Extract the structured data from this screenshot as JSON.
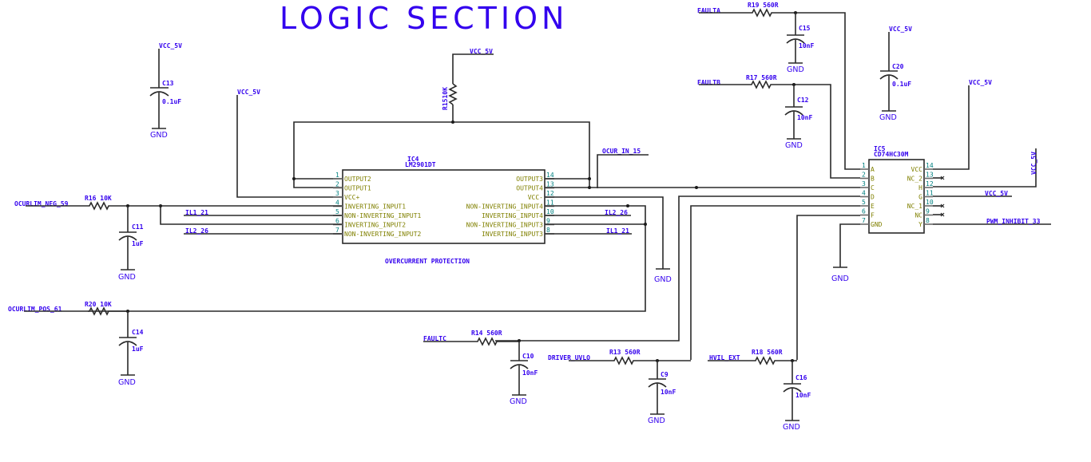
{
  "title": "LOGIC SECTION",
  "annotation": "OVERCURRENT PROTECTION",
  "colors": {
    "text_blue": "#3300ee",
    "pin_name": "#808000",
    "pin_number": "#008080",
    "wire": "#2a2a2a"
  },
  "ic4": {
    "ref": "IC4",
    "part": "LM2901DT",
    "left_pins": [
      {
        "num": "1",
        "name": "OUTPUT2"
      },
      {
        "num": "2",
        "name": "OUTPUT1"
      },
      {
        "num": "3",
        "name": "VCC+"
      },
      {
        "num": "4",
        "name": "INVERTING_INPUT1"
      },
      {
        "num": "5",
        "name": "NON-INVERTING_INPUT1"
      },
      {
        "num": "6",
        "name": "INVERTING_INPUT2"
      },
      {
        "num": "7",
        "name": "NON-INVERTING_INPUT2"
      }
    ],
    "right_pins": [
      {
        "num": "14",
        "name": "OUTPUT3"
      },
      {
        "num": "13",
        "name": "OUTPUT4"
      },
      {
        "num": "12",
        "name": "VCC-"
      },
      {
        "num": "11",
        "name": "NON-INVERTING_INPUT4"
      },
      {
        "num": "10",
        "name": "INVERTING_INPUT4"
      },
      {
        "num": "9",
        "name": "NON-INVERTING_INPUT3"
      },
      {
        "num": "8",
        "name": "INVERTING_INPUT3"
      }
    ]
  },
  "ic5": {
    "ref": "IC5",
    "part": "CD74HC30M",
    "left_pins": [
      {
        "num": "1",
        "name": "A"
      },
      {
        "num": "2",
        "name": "B"
      },
      {
        "num": "3",
        "name": "C"
      },
      {
        "num": "4",
        "name": "D"
      },
      {
        "num": "5",
        "name": "E"
      },
      {
        "num": "6",
        "name": "F"
      },
      {
        "num": "7",
        "name": "GND"
      }
    ],
    "right_pins": [
      {
        "num": "14",
        "name": "VCC"
      },
      {
        "num": "13",
        "name": "NC_2"
      },
      {
        "num": "12",
        "name": "H"
      },
      {
        "num": "11",
        "name": "G"
      },
      {
        "num": "10",
        "name": "NC_1"
      },
      {
        "num": "9",
        "name": "NC"
      },
      {
        "num": "8",
        "name": "Y"
      }
    ]
  },
  "resistors": {
    "r15": {
      "ref": "R15",
      "value": "10K",
      "label": "R1510K"
    },
    "r16": {
      "ref": "R16",
      "value": "10K",
      "label": "R16 10K"
    },
    "r20": {
      "ref": "R20",
      "value": "10K",
      "label": "R20 10K"
    },
    "r19": {
      "ref": "R19",
      "value": "560R",
      "label": "R19 560R"
    },
    "r17": {
      "ref": "R17",
      "value": "560R",
      "label": "R17 560R"
    },
    "r14": {
      "ref": "R14",
      "value": "560R",
      "label": "R14 560R"
    },
    "r13": {
      "ref": "R13",
      "value": "560R",
      "label": "R13 560R"
    },
    "r18": {
      "ref": "R18",
      "value": "560R",
      "label": "R18 560R"
    }
  },
  "capacitors": {
    "c13": {
      "ref": "C13",
      "value": "0.1uF"
    },
    "c11": {
      "ref": "C11",
      "value": "1uF"
    },
    "c14": {
      "ref": "C14",
      "value": "1uF"
    },
    "c15": {
      "ref": "C15",
      "value": "10nF"
    },
    "c12": {
      "ref": "C12",
      "value": "10nF"
    },
    "c20": {
      "ref": "C20",
      "value": "0.1uF"
    },
    "c10": {
      "ref": "C10",
      "value": "10nF"
    },
    "c9": {
      "ref": "C9",
      "value": "10nF"
    },
    "c16": {
      "ref": "C16",
      "value": "10nF"
    }
  },
  "nets": {
    "vcc": "VCC_5V",
    "gnd": "GND",
    "ocurlim_neg": "OCURLIM_NEG_59",
    "ocurlim_pos": "OCURLIM_POS_61",
    "il1": "IL1_21",
    "il2": "IL2_26",
    "ocur_in": "OCUR_IN_15",
    "faulta": "FAULTA",
    "faultb": "FAULTB",
    "faultc": "FAULTC",
    "driver_uvlo": "DRIVER_UVLO",
    "hvil_ext": "HVIL_EXT",
    "pwm_inhibit": "PWM_INHIBIT_33"
  }
}
